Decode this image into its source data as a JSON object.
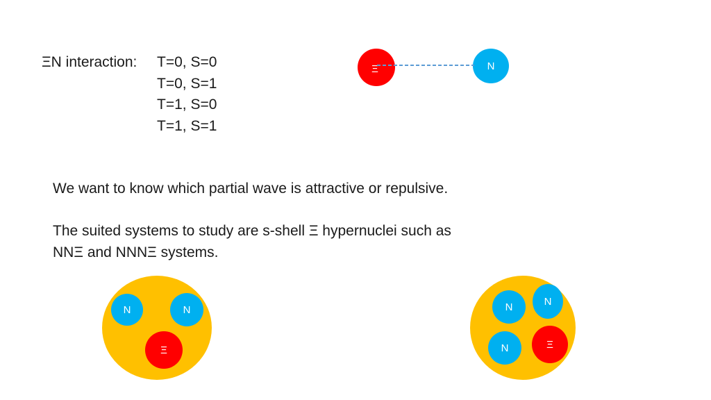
{
  "interaction": {
    "label": "ΞN interaction:",
    "channels": [
      "T=0, S=0",
      "T=0, S=1",
      "T=1, S=0",
      "T=1, S=1"
    ]
  },
  "two_body": {
    "xi": "Ξ",
    "n": "N"
  },
  "paragraph1": "We want to know which partial wave is attractive or repulsive.",
  "paragraph2": {
    "line1": "The suited systems to study  are s-shell Ξ hypernuclei such as",
    "line2": "NNΞ and NNNΞ systems."
  },
  "nnxi": {
    "n1": "N",
    "n2": "N",
    "xi": "Ξ"
  },
  "nnnxi": {
    "n1": "N",
    "n2": "N",
    "n3": "N",
    "xi": "Ξ"
  },
  "colors": {
    "xi": "#FF0000",
    "nucleon": "#00B0F0",
    "nucleus": "#FFC000",
    "link": "#5B9BD5"
  }
}
